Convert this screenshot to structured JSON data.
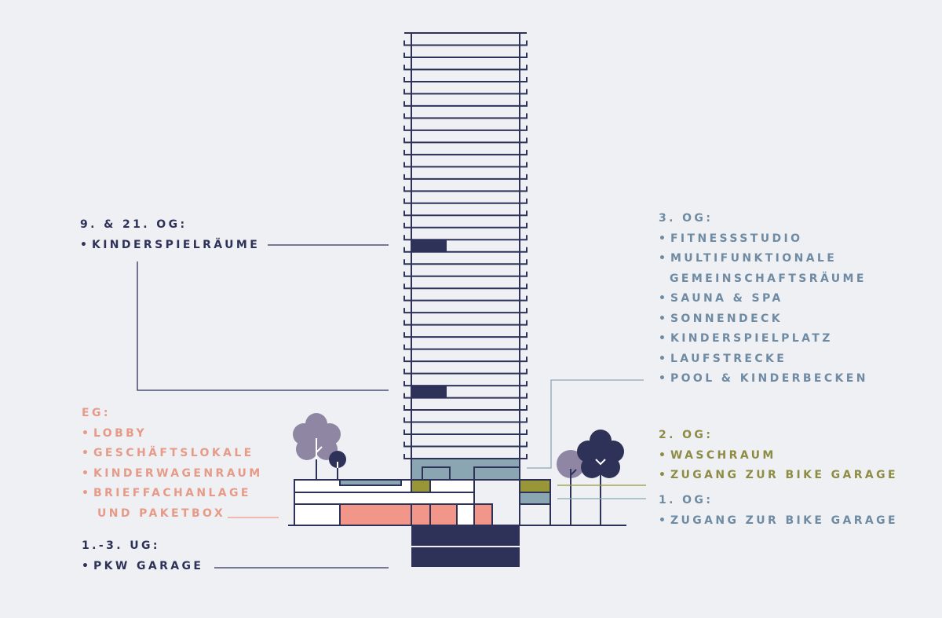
{
  "colors": {
    "background": "#eff0f4",
    "navy": "#2e3259",
    "steel": "#8aa6b3",
    "steel_text": "#6f8ba3",
    "olive": "#999638",
    "olive_text": "#8e8c44",
    "salmon": "#f2968a",
    "salmon_text": "#e69a87",
    "lavender": "#8f86a3",
    "white": "#ffffff"
  },
  "labels": {
    "og_9_21": {
      "heading": "9. & 21. OG:",
      "items": [
        "KINDERSPIELRÄUME"
      ]
    },
    "og_3": {
      "heading": "3. OG:",
      "items": [
        "FITNESSSTUDIO",
        "MULTIFUNKTIONALE",
        "GEMEINSCHAFTSRÄUME",
        "SAUNA & SPA",
        "SONNENDECK",
        "KINDERSPIELPLATZ",
        "LAUFSTRECKE",
        "POOL & KINDERBECKEN"
      ]
    },
    "eg": {
      "heading": "EG:",
      "items": [
        "LOBBY",
        "GESCHÄFTSLOKALE",
        "KINDERWAGENRAUM",
        "BRIEFFACHANLAGE",
        "UND PAKETBOX"
      ]
    },
    "og_2": {
      "heading": "2. OG:",
      "items": [
        "WASCHRAUM",
        "ZUGANG ZUR BIKE GARAGE"
      ]
    },
    "og_1": {
      "heading": "1. OG:",
      "items": [
        "ZUGANG ZUR BIKE GARAGE"
      ]
    },
    "ug_1_3": {
      "heading": "1.-3. UG:",
      "items": [
        "PKW GARAGE"
      ]
    }
  },
  "bullet": "•",
  "tower": {
    "floor_count": 35,
    "highlighted_floors": [
      "9. OG",
      "21. OG"
    ]
  }
}
